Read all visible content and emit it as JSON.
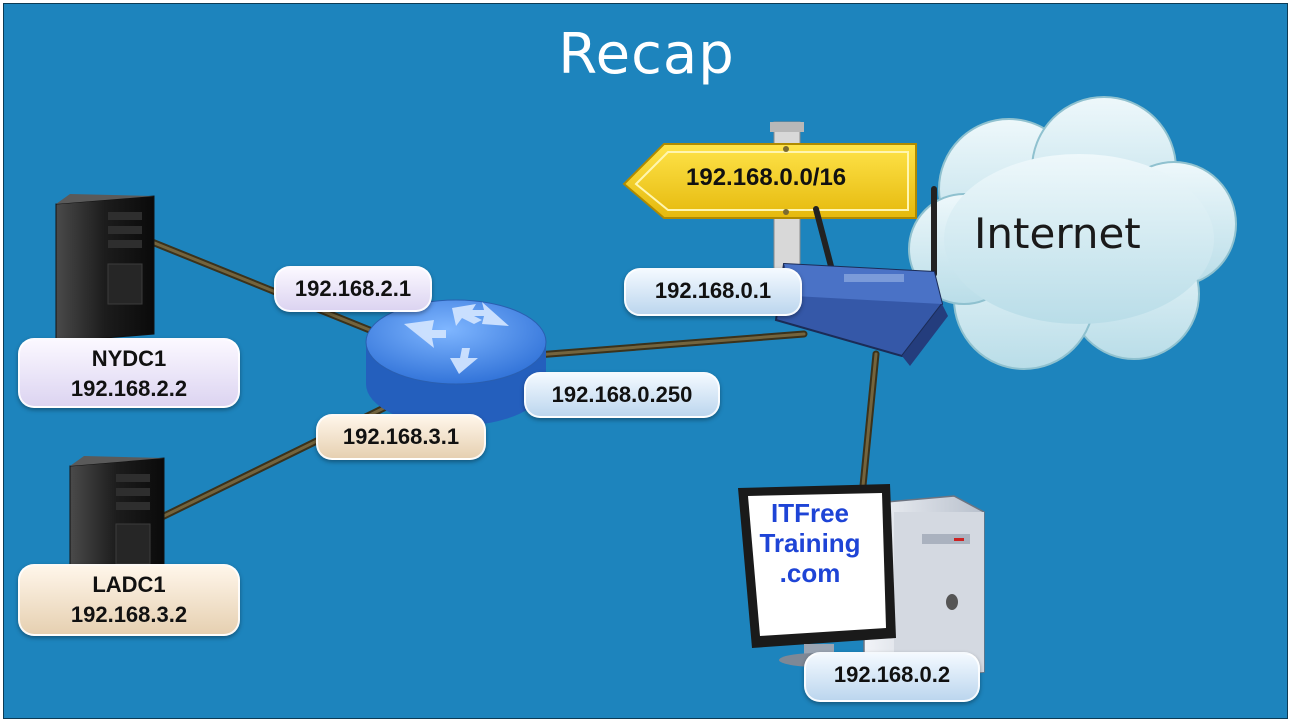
{
  "title": "Recap",
  "cloud": {
    "label": "Internet"
  },
  "sign": {
    "label": "192.168.0.0/16"
  },
  "router_interfaces": {
    "ny_side": "192.168.2.1",
    "la_side": "192.168.3.1",
    "wan_side": "192.168.0.250"
  },
  "gateway": {
    "ip": "192.168.0.1"
  },
  "servers": [
    {
      "name": "NYDC1",
      "ip": "192.168.2.2"
    },
    {
      "name": "LADC1",
      "ip": "192.168.3.2"
    }
  ],
  "client": {
    "ip": "192.168.0.2",
    "screen_text": [
      "ITFree",
      "Training",
      ".com"
    ]
  },
  "colors": {
    "background": "#1d84bd",
    "cable": "#6f5e36",
    "sign": "#f2cf1c",
    "router": "#3f86e4",
    "brand_text": "#1e44d6"
  }
}
